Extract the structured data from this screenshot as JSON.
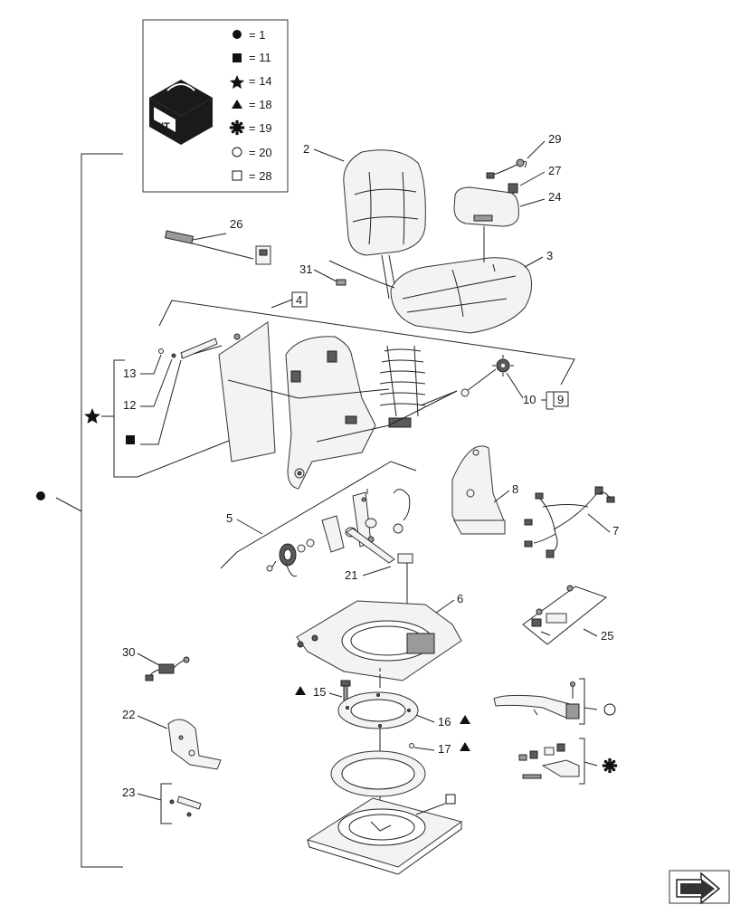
{
  "legend": {
    "kit_icon_text": "KIT",
    "entries": [
      {
        "symbol": "circle-filled",
        "text": "= 1"
      },
      {
        "symbol": "square-filled",
        "text": "= 11"
      },
      {
        "symbol": "star-filled",
        "text": "= 14"
      },
      {
        "symbol": "triangle-filled",
        "text": "= 18"
      },
      {
        "symbol": "gear-filled",
        "text": "= 19"
      },
      {
        "symbol": "circle-outline",
        "text": "= 20"
      },
      {
        "symbol": "square-outline",
        "text": "= 28"
      }
    ]
  },
  "labels": {
    "p2": "2",
    "p3": "3",
    "p4": "4",
    "p5": "5",
    "p6": "6",
    "p7": "7",
    "p8": "8",
    "p9": "9",
    "p10": "10",
    "p12": "12",
    "p13": "13",
    "p15": "15",
    "p16": "16",
    "p17": "17",
    "p21": "21",
    "p22": "22",
    "p23": "23",
    "p24": "24",
    "p25": "25",
    "p26": "26",
    "p27": "27",
    "p29": "29",
    "p30": "30",
    "p31": "31"
  },
  "colors": {
    "line": "#222222",
    "part_fill": "#f3f3f3",
    "dark_fill": "#5a5a5a"
  }
}
